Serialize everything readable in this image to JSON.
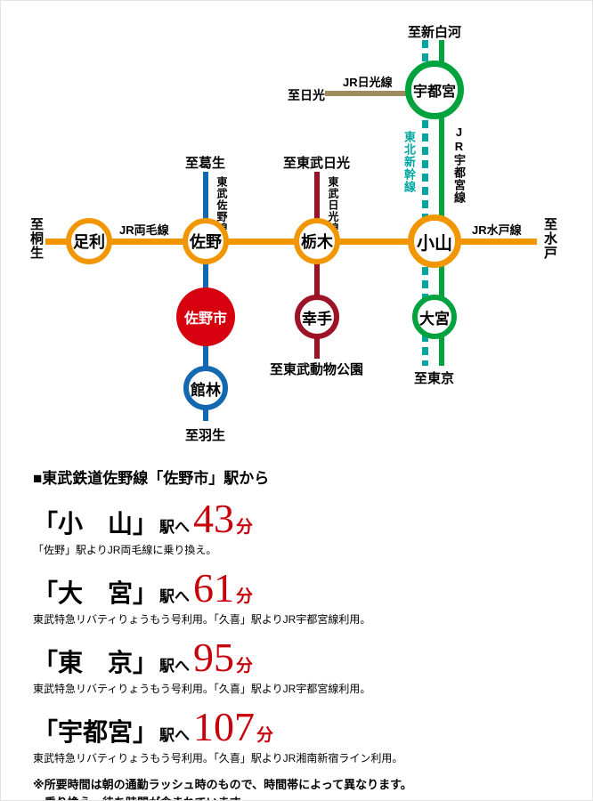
{
  "map": {
    "stations": {
      "ashikaga": "足利",
      "sano": "佐野",
      "tochigi": "栃木",
      "oyama": "小山",
      "utsunomiya": "宇都宮",
      "sanoshi": "佐野市",
      "tatebayashi": "館林",
      "satte": "幸手",
      "omiya": "大宮"
    },
    "endpoints": {
      "kiryu": "至桐生",
      "mito": "至水戸",
      "kuzuu": "至葛生",
      "hanyu": "至羽生",
      "tobu_nikko": "至東武日光",
      "tobu_zoo": "至東武動物公園",
      "shin_shirakawa": "至新白河",
      "tokyo": "至東京",
      "nikko": "至日光"
    },
    "line_labels": {
      "ryomo": "JR両毛線",
      "mito": "JR水戸線",
      "tobu_sano": "東武佐野線",
      "tobu_nikko": "東武日光線",
      "shinkansen": "東北新幹線",
      "utsunomiya": "JR宇都宮線",
      "jr_nikko": "JR日光線"
    },
    "colors": {
      "ryomo_orange": "#F29600",
      "tobu_sano_blue": "#1368B0",
      "tobu_nikko_crimson": "#9E1228",
      "sanoshi_red": "#D7000F",
      "jr_green": "#00A33E",
      "shinkansen_teal": "#00A5A0",
      "jr_nikko_brown": "#A08B60",
      "time_red": "#C7000B"
    }
  },
  "info": {
    "heading": "■東武鉄道佐野線「佐野市」駅から",
    "routes": [
      {
        "station": "「小　山」",
        "to": "駅へ",
        "time": "43",
        "unit": "分",
        "note": "「佐野」駅よりJR両毛線に乗り換え。"
      },
      {
        "station": "「大　宮」",
        "to": "駅へ",
        "time": "61",
        "unit": "分",
        "note": "東武特急リバティりょうもう号利用。「久喜」駅よりJR宇都宮線利用。"
      },
      {
        "station": "「東　京」",
        "to": "駅へ",
        "time": "95",
        "unit": "分",
        "note": "東武特急リバティりょうもう号利用。「久喜」駅よりJR宇都宮線利用。"
      },
      {
        "station": "「宇都宮」",
        "to": "駅へ",
        "time": "107",
        "unit": "分",
        "note": "東武特急リバティりょうもう号利用。「久喜」駅よりJR湘南新宿ライン利用。"
      }
    ],
    "footnotes": [
      "※所要時間は朝の通勤ラッシュ時のもので、時間帯によって異なります。",
      "乗り換え・待ち時間が含まれています。"
    ]
  }
}
